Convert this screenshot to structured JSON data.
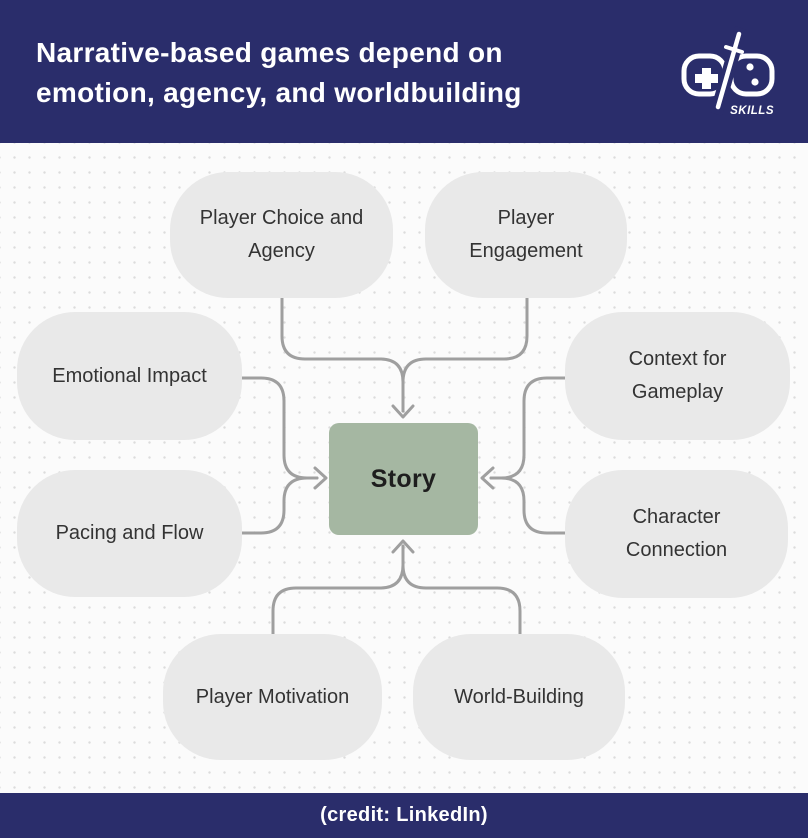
{
  "header": {
    "title_lines": [
      "Narrative-based games depend on",
      "emotion, agency, and worldbuilding"
    ],
    "logo_text": "SKILLS"
  },
  "diagram": {
    "center": {
      "label": "Story"
    },
    "nodes": [
      {
        "id": "player-choice-and-agency",
        "label": "Player Choice and Agency"
      },
      {
        "id": "player-engagement",
        "label": "Player Engagement"
      },
      {
        "id": "emotional-impact",
        "label": "Emotional Impact"
      },
      {
        "id": "context-for-gameplay",
        "label": "Context for Gameplay"
      },
      {
        "id": "pacing-and-flow",
        "label": "Pacing and Flow"
      },
      {
        "id": "character-connection",
        "label": "Character Connection"
      },
      {
        "id": "player-motivation",
        "label": "Player Motivation"
      },
      {
        "id": "world-building",
        "label": "World-Building"
      }
    ]
  },
  "footer": {
    "credit": "(credit: LinkedIn)"
  },
  "colors": {
    "navy": "#2a2d6b",
    "node": "#e9e9e9",
    "story": "#a5b7a2",
    "line": "#9f9f9f",
    "nodetext": "#333333",
    "bg": "#fbfbfb"
  }
}
